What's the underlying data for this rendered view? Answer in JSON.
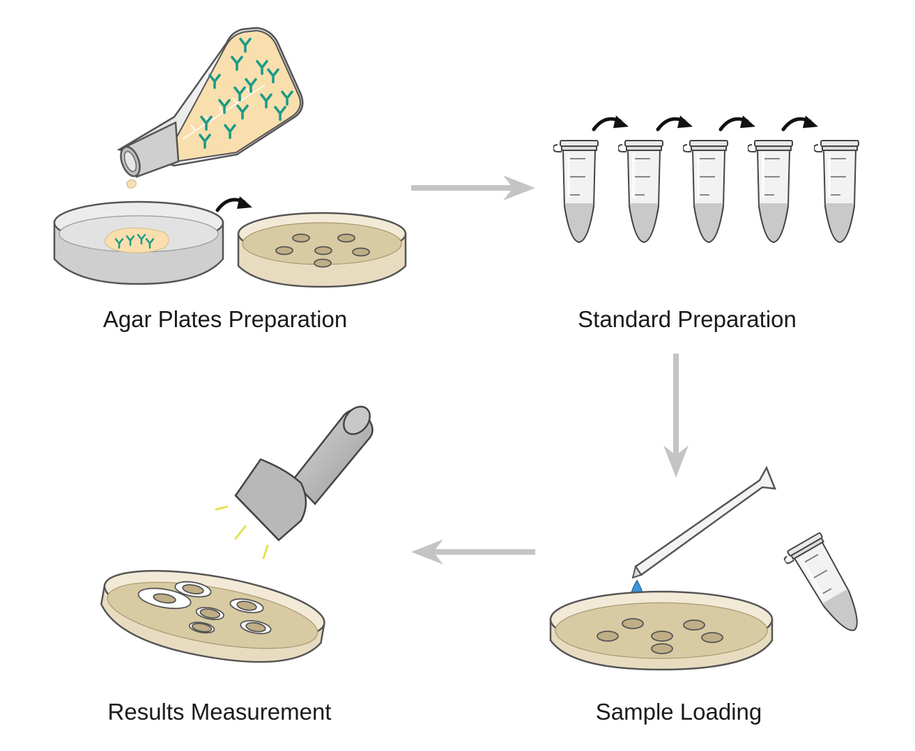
{
  "steps": [
    {
      "label": "Agar Plates Preparation"
    },
    {
      "label": "Standard Preparation"
    },
    {
      "label": "Sample Loading"
    },
    {
      "label": "Results Measurement"
    }
  ],
  "colors": {
    "agar": "#f9dfae",
    "gel": "#d8caa2",
    "well": "#bfae86",
    "antibody": "#1c9b88",
    "flow_arrow": "#c4c4c4",
    "tube": "#f1f1f1",
    "tube_liquid": "#c9c9c9",
    "light_ray": "#e6e155",
    "droplet": "#3f93d8"
  },
  "icons": [
    "flask-icon",
    "petri-dish-icon",
    "curved-arrow-icon",
    "microtube-icon",
    "pipette-icon",
    "droplet-icon",
    "flashlight-icon"
  ]
}
